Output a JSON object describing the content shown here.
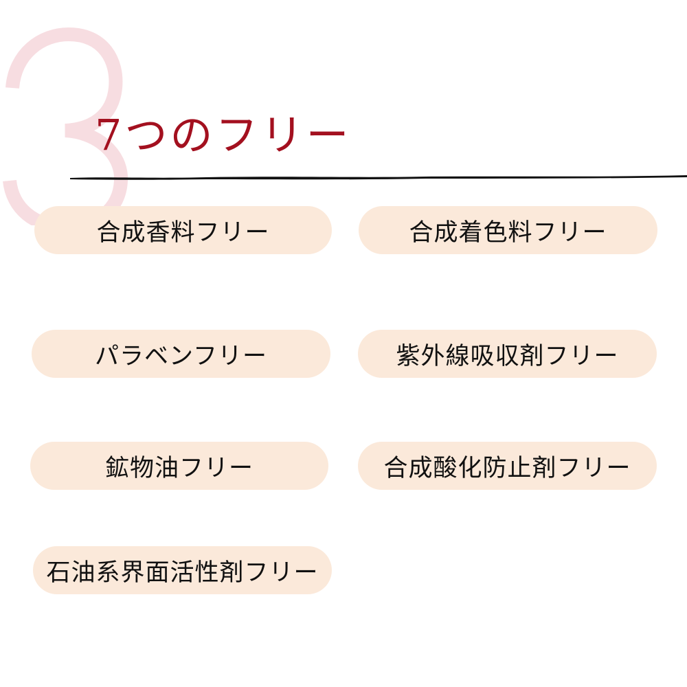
{
  "section": {
    "number": "3",
    "title": "7つのフリー",
    "colors": {
      "number": "#f7dde1",
      "title": "#a3101f",
      "pill_bg": "#fbe9da",
      "pill_text": "#111111",
      "rule": "#111111"
    }
  },
  "items": [
    {
      "label": "合成香料フリー"
    },
    {
      "label": "合成着色料フリー"
    },
    {
      "label": "パラベンフリー"
    },
    {
      "label": "紫外線吸収剤フリー"
    },
    {
      "label": "鉱物油フリー"
    },
    {
      "label": "合成酸化防止剤フリー"
    },
    {
      "label": "石油系界面活性剤フリー"
    }
  ]
}
